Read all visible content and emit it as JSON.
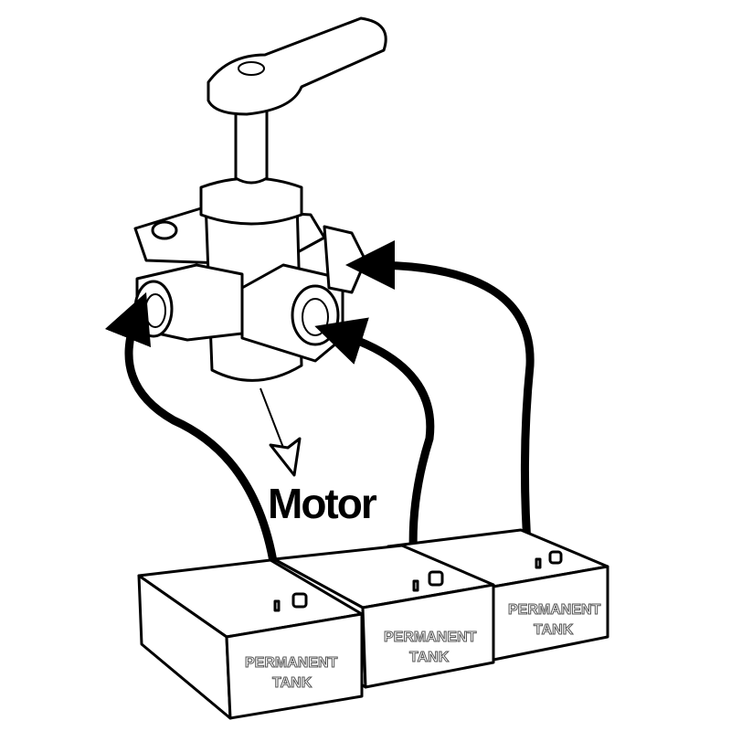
{
  "diagram": {
    "output_label": "Motor",
    "tanks": [
      {
        "label_line1": "PERMANENT",
        "label_line2": "TANK"
      },
      {
        "label_line1": "PERMANENT",
        "label_line2": "TANK"
      },
      {
        "label_line1": "PERMANENT",
        "label_line2": "TANK"
      }
    ],
    "colors": {
      "line": "#000000",
      "background": "#ffffff"
    }
  }
}
